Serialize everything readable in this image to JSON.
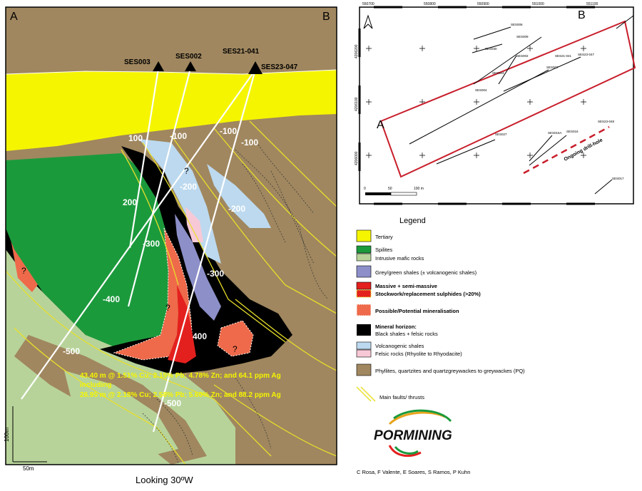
{
  "section": {
    "corner_left": "A",
    "corner_right": "B",
    "holes": [
      "SES003",
      "SES002",
      "SES21-041",
      "SES23-047"
    ],
    "depths": [
      "100",
      "-100",
      "-100",
      "-100",
      "-200",
      "200",
      "-200",
      "-300",
      "-300",
      "-400",
      "400",
      "-500",
      "-500"
    ],
    "qmarks": [
      "?",
      "?",
      "?",
      "?"
    ],
    "intercept_line1": "43.40 m @ 1.51% Cu; 2.15% Pb; 4.78% Zn; and 64.1 ppm Ag",
    "intercept_line2": "including",
    "intercept_line3": "26.95 m @ 2.18% Cu; 2.58% Pb; 5.60% Zn; and 88.2 ppm Ag",
    "scale_vertical": "100m",
    "scale_horizontal": "50m",
    "caption": "Looking 30ºW"
  },
  "map": {
    "coords_top": [
      "550700",
      "550800",
      "550900",
      "551000",
      "551100"
    ],
    "coords_left": [
      "4206200",
      "4206100",
      "4206000"
    ],
    "corner_a": "A",
    "corner_b": "B",
    "holes": [
      "SES006",
      "SES030",
      "SES009",
      "SES002",
      "SES003",
      "SES004",
      "SES21-041",
      "SES23-047",
      "SES007",
      "SES027",
      "SES016A",
      "SES016",
      "SES23-048",
      "SES017"
    ],
    "ongoing": "Ongoing drill-hole",
    "scale_labels": [
      "0",
      "50",
      "100 m"
    ]
  },
  "legend": {
    "title": "Legend",
    "items": [
      "Tertiary",
      "Spilites",
      "Intrusive mafic rocks",
      "Grey/green shales (± volcanogenic shales)",
      "Massive + semi-massive",
      "Stockwork/replacement sulphides (>20%)",
      "Possible/Potential mineralisation",
      "Mineral horizon:",
      "Black shales + felsic rocks",
      "Volcanogenic shales",
      "Felsic rocks (Rhyolite to Rhyodacite)",
      "Phyllites, quartzites and quartzgreywackes to greywackes (PQ)",
      "Main faults/ thrusts"
    ],
    "company": "PORMINING",
    "authors": "C Rosa, F Valente, E Soares, S Ramos, P Kuhn"
  },
  "colors": {
    "tertiary": "#f5f500",
    "spilites": "#1b9a3c",
    "mafic": "#b7d39a",
    "grey_shales": "#8c8fc8",
    "sulphides": "#e3201e",
    "potential": "#ee6a4a",
    "black": "#000000",
    "volcanogenic": "#bcd9ef",
    "felsic": "#f7c9d6",
    "pq": "#a0875f",
    "fault": "#e8df2a",
    "boundary": "#c81e2b"
  }
}
